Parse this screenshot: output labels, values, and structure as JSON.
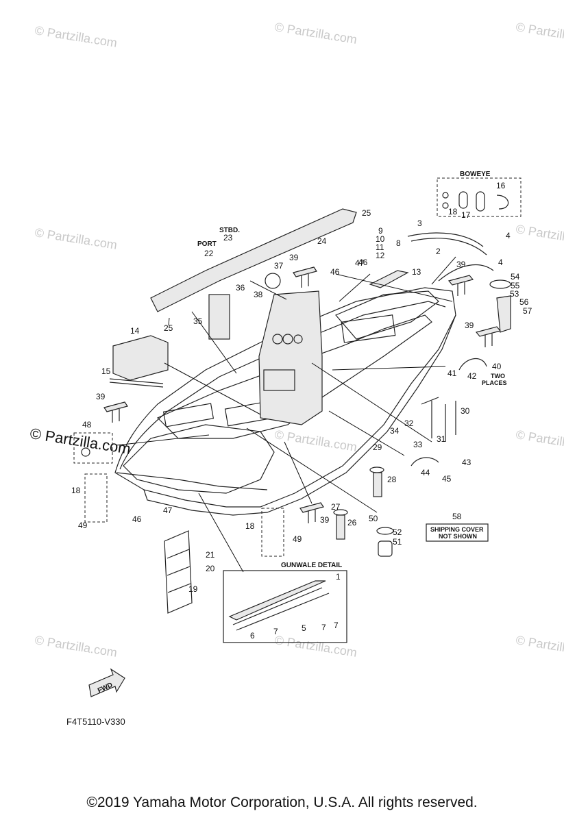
{
  "watermark": {
    "text": "© Partzilla.com"
  },
  "logo_watermark": "© Partzilla.com",
  "labels": {
    "boweye": "BOWEYE",
    "stbd": "STBD.",
    "port": "PORT",
    "two_places": "TWO\nPLACES",
    "gunwale_detail": "GUNWALE DETAIL",
    "shipping_cover": "SHIPPING COVER\nNOT SHOWN",
    "fwd": "FWD"
  },
  "callouts": [
    "1",
    "2",
    "3",
    "4",
    "4",
    "5",
    "6",
    "7",
    "7",
    "7",
    "8",
    "9",
    "10",
    "11",
    "12",
    "13",
    "14",
    "15",
    "16",
    "17",
    "18",
    "18",
    "18",
    "19",
    "20",
    "21",
    "22",
    "23",
    "24",
    "25",
    "25",
    "26",
    "27",
    "28",
    "29",
    "30",
    "31",
    "32",
    "33",
    "34",
    "35",
    "36",
    "37",
    "38",
    "39",
    "39",
    "39",
    "39",
    "39",
    "40",
    "41",
    "42",
    "43",
    "44",
    "45",
    "46",
    "46",
    "46",
    "47",
    "47",
    "48",
    "49",
    "49",
    "50",
    "51",
    "52",
    "53",
    "54",
    "55",
    "56",
    "57",
    "58"
  ],
  "diagram_code": "F4T5110-V330",
  "footer": "©2019 Yamaha Motor Corporation, U.S.A. All rights reserved."
}
